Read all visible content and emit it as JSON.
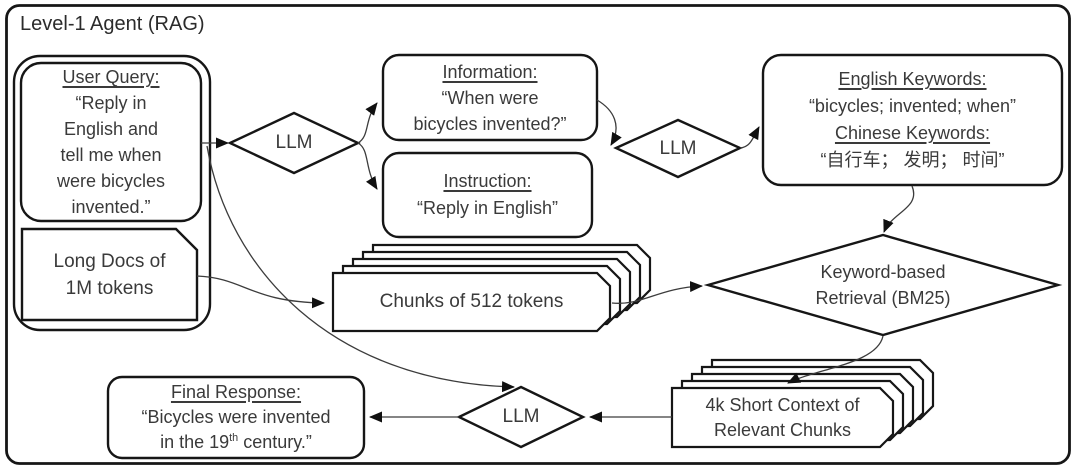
{
  "title": "Level-1 Agent (RAG)",
  "colors": {
    "box_stroke": "#161616",
    "connector": "#3c3c3c",
    "text": "#3a3a3a",
    "background": "#ffffff"
  },
  "nodes": {
    "user_query": {
      "heading": "User Query:",
      "lines": [
        "“Reply in",
        "English and",
        "tell me when",
        "were bicycles",
        "invented.”"
      ]
    },
    "long_docs": {
      "lines": [
        "Long Docs of",
        "1M tokens"
      ]
    },
    "llm1": {
      "label": "LLM"
    },
    "llm2": {
      "label": "LLM"
    },
    "llm3": {
      "label": "LLM"
    },
    "information": {
      "heading": "Information:",
      "lines": [
        "“When were",
        "bicycles invented?”"
      ]
    },
    "instruction": {
      "heading": "Instruction:",
      "lines": [
        "“Reply in English”"
      ]
    },
    "keywords": {
      "heading_en": "English Keywords:",
      "line_en": "“bicycles; invented; when”",
      "heading_zh": "Chinese Keywords:",
      "line_zh": "“自行车； 发明； 时间”"
    },
    "chunks": {
      "label": "Chunks of 512 tokens"
    },
    "retrieval": {
      "lines": [
        "Keyword-based",
        "Retrieval (BM25)"
      ]
    },
    "short_context": {
      "lines": [
        "4k Short Context of",
        "Relevant Chunks"
      ]
    },
    "final_response": {
      "heading": "Final Response:",
      "line1": "“Bicycles were invented",
      "line2_pre": "in the 19",
      "line2_sup": "th",
      "line2_post": " century.”"
    }
  }
}
